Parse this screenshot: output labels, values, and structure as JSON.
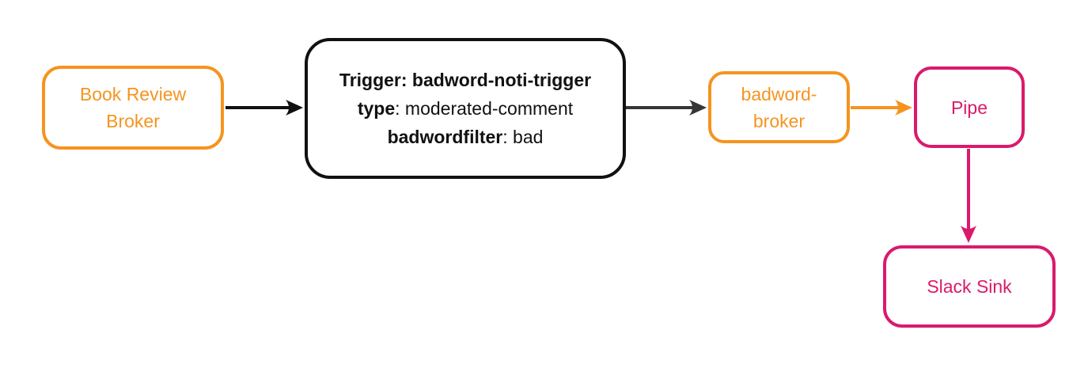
{
  "diagram": {
    "type": "event-flow",
    "colors": {
      "broker_orange": "#F5941F",
      "sink_pink": "#DA1A6C",
      "trigger_black": "#111111",
      "edge_dark_gray": "#363636",
      "background": "#ffffff"
    },
    "nodes": {
      "book_review_broker": {
        "id": "book-review-broker",
        "line1": "Book Review",
        "line2": "Broker",
        "color": "#F5941F"
      },
      "trigger": {
        "id": "trigger",
        "line1_bold": "Trigger: badword-noti-trigger",
        "line2_key": "type",
        "line2_value": ": moderated-comment",
        "line3_key": "badwordfilter",
        "line3_value": ": bad",
        "color": "#111111"
      },
      "badword_broker": {
        "id": "badword-broker",
        "line1": "badword-",
        "line2": "broker",
        "color": "#F5941F"
      },
      "pipe": {
        "id": "pipe",
        "label": "Pipe",
        "color": "#DA1A6C"
      },
      "slack_sink": {
        "id": "slack-sink",
        "label": "Slack Sink",
        "color": "#DA1A6C"
      }
    },
    "edges": [
      {
        "from": "book-review-broker",
        "to": "trigger",
        "direction": "right",
        "color": "#111111"
      },
      {
        "from": "trigger",
        "to": "badword-broker",
        "direction": "right",
        "color": "#363636"
      },
      {
        "from": "badword-broker",
        "to": "pipe",
        "direction": "right",
        "color": "#F5941F"
      },
      {
        "from": "pipe",
        "to": "slack-sink",
        "direction": "down",
        "color": "#DA1A6C"
      }
    ]
  }
}
